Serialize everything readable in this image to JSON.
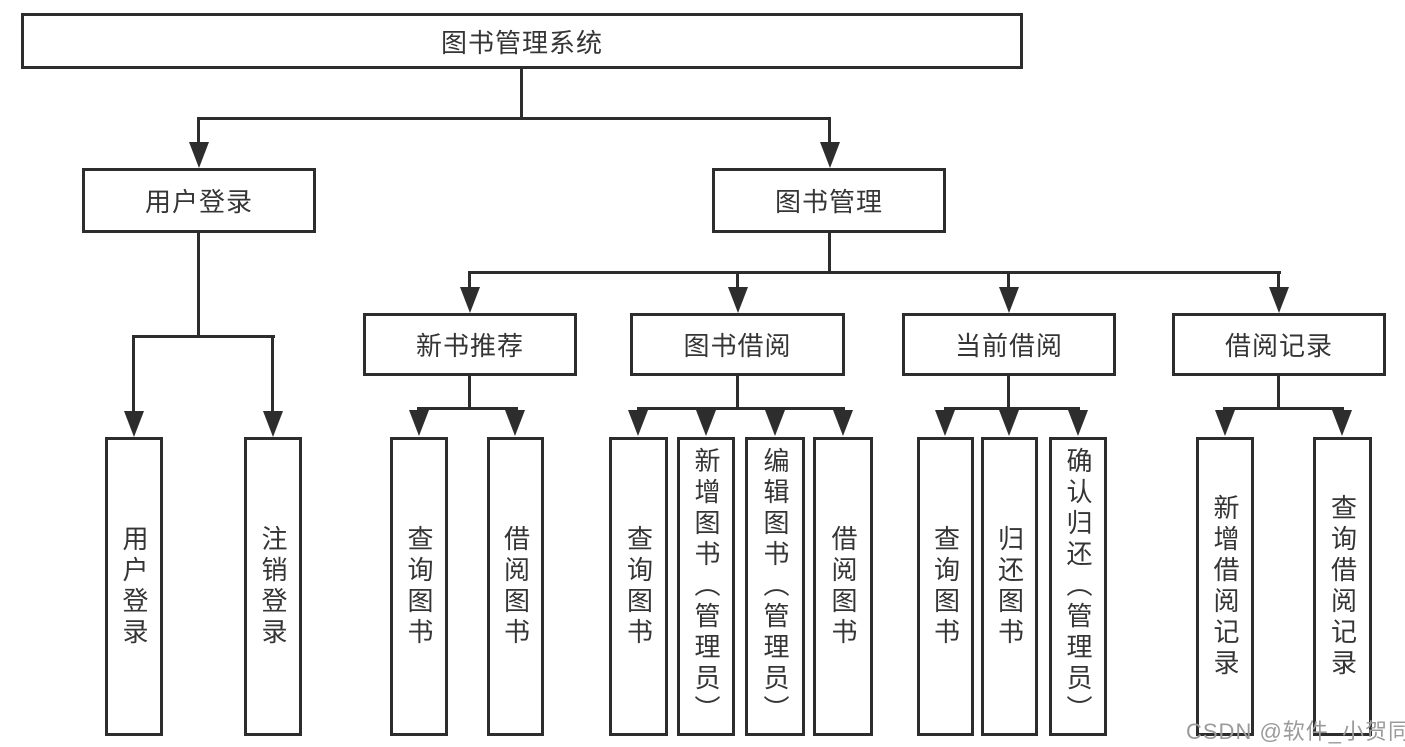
{
  "diagram_title": "图书管理系统",
  "nodes": {
    "root": "图书管理系统",
    "l2_user": "用户登录",
    "l2_book": "图书管理",
    "l3_new": "新书推荐",
    "l3_borrow": "图书借阅",
    "l3_current": "当前借阅",
    "l3_record": "借阅记录",
    "leaf_user_login": "用户登录",
    "leaf_user_logout": "注销登录",
    "leaf_new_query": "查询图书",
    "leaf_new_borrow": "借阅图书",
    "leaf_bb_query": "查询图书",
    "leaf_bb_add": "新增图书（管理员）",
    "leaf_bb_edit": "编辑图书（管理员）",
    "leaf_bb_borrow": "借阅图书",
    "leaf_cur_query": "查询图书",
    "leaf_cur_return": "归还图书",
    "leaf_cur_confirm": "确认归还（管理员）",
    "leaf_rec_add": "新增借阅记录",
    "leaf_rec_query": "查询借阅记录"
  },
  "hierarchy": {
    "root": [
      "l2_user",
      "l2_book"
    ],
    "l2_user": [
      "leaf_user_login",
      "leaf_user_logout"
    ],
    "l2_book": [
      "l3_new",
      "l3_borrow",
      "l3_current",
      "l3_record"
    ],
    "l3_new": [
      "leaf_new_query",
      "leaf_new_borrow"
    ],
    "l3_borrow": [
      "leaf_bb_query",
      "leaf_bb_add",
      "leaf_bb_edit",
      "leaf_bb_borrow"
    ],
    "l3_current": [
      "leaf_cur_query",
      "leaf_cur_return",
      "leaf_cur_confirm"
    ],
    "l3_record": [
      "leaf_rec_add",
      "leaf_rec_query"
    ]
  },
  "watermark": "CSDN @软件_小贺同学",
  "colors": {
    "line": "#2d2d2d",
    "text": "#353535",
    "box_fill": "#ffffff",
    "watermark": "#9b9b9b",
    "background": "#ffffff"
  }
}
